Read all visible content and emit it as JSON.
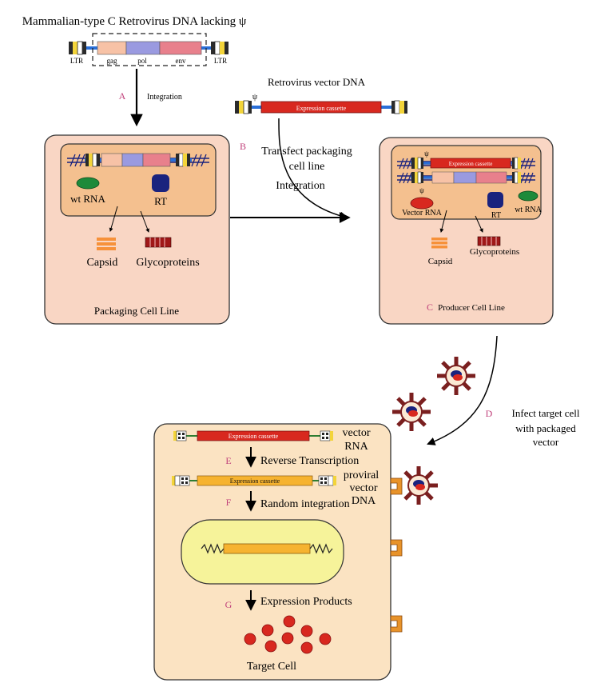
{
  "title": "Mammalian-type C Retrovirus DNA lacking ψ",
  "provirus": {
    "ltr_left": "LTR",
    "ltr_right": "LTR",
    "gag": "gag",
    "pol": "pol",
    "env": "env"
  },
  "step_a": {
    "letter": "A",
    "label": "Integration"
  },
  "vector_dna": {
    "title": "Retrovirus vector DNA",
    "psi": "ψ",
    "cassette": "Expression cassette"
  },
  "step_b": {
    "letter": "B",
    "line1": "Transfect packaging",
    "line2": "cell line",
    "line3": "Integration"
  },
  "packaging_cell": {
    "wt_rna": "wt RNA",
    "rt": "RT",
    "capsid": "Capsid",
    "glycoproteins": "Glycoproteins",
    "title": "Packaging Cell Line"
  },
  "producer_cell": {
    "psi": "ψ",
    "cassette": "Expression cassette",
    "vector_rna": "Vector RNA",
    "rt": "RT",
    "wt_rna": "wt RNA",
    "capsid": "Capsid",
    "glycoproteins": "Glycoproteins",
    "letter": "C",
    "title": "Producer Cell  Line"
  },
  "step_d": {
    "letter": "D",
    "line1": "Infect target cell",
    "line2": "with packaged",
    "line3": "vector"
  },
  "target_cell": {
    "vector_rna_1": "vector",
    "vector_rna_2": "RNA",
    "cassette_rna": "Expression cassette",
    "step_e": "E",
    "reverse_transcription": "Reverse Transcription",
    "proviral_1": "proviral",
    "proviral_2": "vector",
    "proviral_3": "DNA",
    "cassette_dna": "Expression cassette",
    "step_f": "F",
    "random_integration": "Random integration",
    "step_g": "G",
    "expression_products": "Expression Products",
    "title": "Target Cell"
  },
  "colors": {
    "cell_fill": "#f9d6c4",
    "nucleus_fill": "#f4c08f",
    "target_fill": "#fbe3c2",
    "target_nucleus": "#f6f39a",
    "gag": "#f7c2a6",
    "pol": "#9a9ae0",
    "env": "#e8808c",
    "cassette_red": "#d8281f",
    "cassette_orange": "#f6b330",
    "letter_pink": "#c0407a",
    "rna_green": "#1e8a3a",
    "rt_navy": "#1a237e",
    "receptor": "#e8932a"
  }
}
